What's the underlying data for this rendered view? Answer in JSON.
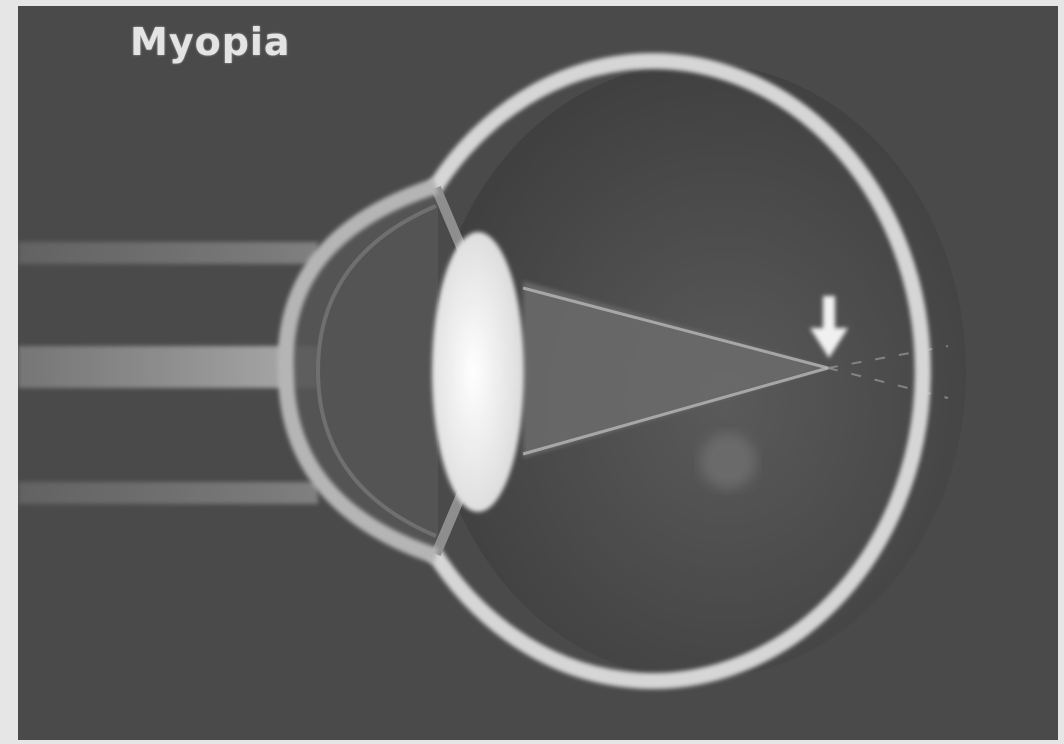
{
  "diagram": {
    "title": "Myopia",
    "colors": {
      "background": "#4a4a4a",
      "sclera": "#dcdcdc",
      "lens": "#f2f2f2",
      "light_rays": "#c8c8c8",
      "arrow": "#f0f0f0"
    },
    "elements": {
      "eyeball": "sclera-outline",
      "cornea": "cornea-curve",
      "lens": "crystalline-lens",
      "rays": "parallel-light-rays",
      "focus_marker": "down-arrow-icon"
    }
  }
}
